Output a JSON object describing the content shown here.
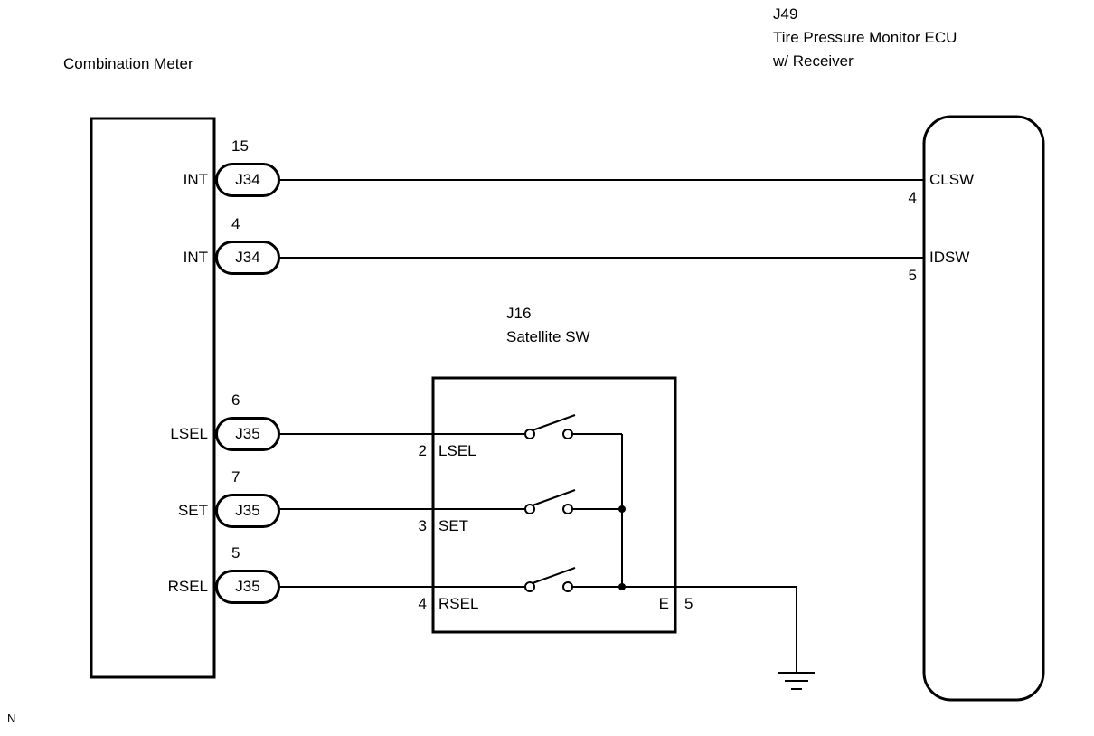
{
  "page": {
    "corner_label": "N"
  },
  "colors": {
    "line": "#000000",
    "background": "#ffffff"
  },
  "meter": {
    "title": "Combination Meter",
    "pins": [
      {
        "signal": "INT",
        "pin": "15",
        "connector": "J34"
      },
      {
        "signal": "INT",
        "pin": "4",
        "connector": "J34"
      },
      {
        "signal": "LSEL",
        "pin": "6",
        "connector": "J35"
      },
      {
        "signal": "SET",
        "pin": "7",
        "connector": "J35"
      },
      {
        "signal": "RSEL",
        "pin": "5",
        "connector": "J35"
      }
    ]
  },
  "ecu": {
    "id": "J49",
    "name": "Tire Pressure Monitor ECU",
    "subtitle": "w/ Receiver",
    "pins": [
      {
        "signal": "CLSW",
        "pin": "4"
      },
      {
        "signal": "IDSW",
        "pin": "5"
      }
    ]
  },
  "satellite": {
    "id": "J16",
    "name": "Satellite SW",
    "switches": [
      {
        "pin": "2",
        "signal": "LSEL"
      },
      {
        "pin": "3",
        "signal": "SET"
      },
      {
        "pin": "4",
        "signal": "RSEL"
      }
    ],
    "ground": {
      "terminal": "E",
      "pin": "5"
    }
  }
}
